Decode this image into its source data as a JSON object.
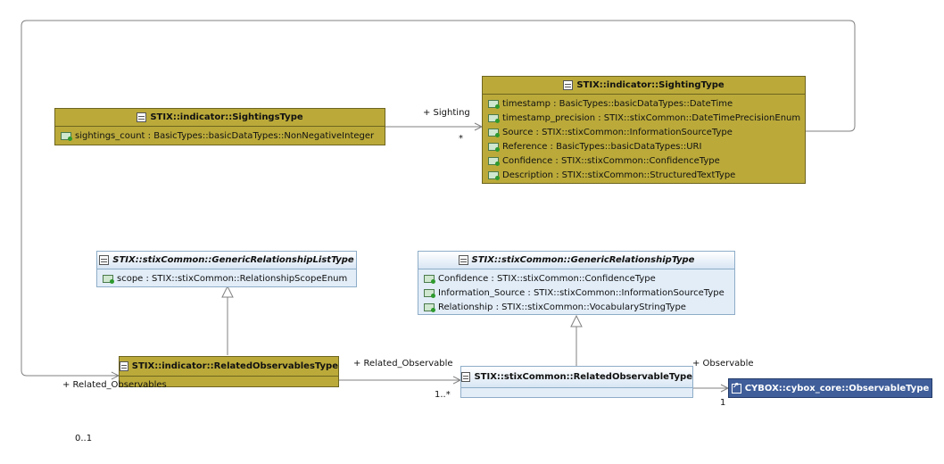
{
  "classes": {
    "sightings_type": {
      "name": "STIX::indicator::SightingsType",
      "attributes": [
        "sightings_count : BasicTypes::basicDataTypes::NonNegativeInteger"
      ]
    },
    "sighting_type": {
      "name": "STIX::indicator::SightingType",
      "attributes": [
        "timestamp : BasicTypes::basicDataTypes::DateTime",
        "timestamp_precision : STIX::stixCommon::DateTimePrecisionEnum",
        "Source : STIX::stixCommon::InformationSourceType",
        "Reference : BasicTypes::basicDataTypes::URI",
        "Confidence : STIX::stixCommon::ConfidenceType",
        "Description : STIX::stixCommon::StructuredTextType"
      ]
    },
    "generic_relationship_list_type": {
      "name": "STIX::stixCommon::GenericRelationshipListType",
      "attributes": [
        "scope : STIX::stixCommon::RelationshipScopeEnum"
      ]
    },
    "generic_relationship_type": {
      "name": "STIX::stixCommon::GenericRelationshipType",
      "attributes": [
        "Confidence : STIX::stixCommon::ConfidenceType",
        "Information_Source : STIX::stixCommon::InformationSourceType",
        "Relationship : STIX::stixCommon::VocabularyStringType"
      ]
    },
    "related_observables_type": {
      "name": "STIX::indicator::RelatedObservablesType"
    },
    "related_observable_type": {
      "name": "STIX::stixCommon::RelatedObservableType"
    },
    "observable_type": {
      "name": "CYBOX::cybox_core::ObservableType"
    }
  },
  "labels": {
    "sighting_role": "+ Sighting",
    "sighting_mult": "*",
    "related_observables_role": "+ Related_Observables",
    "related_observables_mult": "0..1",
    "related_observable_role": "+ Related_Observable",
    "related_observable_mult": "1..*",
    "observable_role": "+ Observable",
    "observable_mult": "1"
  },
  "colors": {
    "stix_class": "#bbaa3a",
    "common_class": "#e2edf8",
    "external_class": "#3f5e9a",
    "line": "#808080"
  }
}
